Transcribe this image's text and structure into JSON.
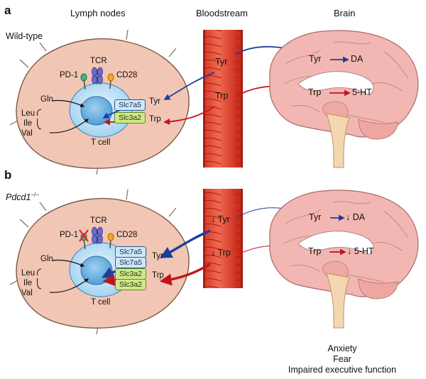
{
  "headers": {
    "lymph_nodes": "Lymph nodes",
    "bloodstream": "Bloodstream",
    "brain": "Brain"
  },
  "panel_a": {
    "letter": "a",
    "genotype": "Wild-type",
    "cell": {
      "tcr": "TCR",
      "pd1": "PD-1",
      "cd28": "CD28",
      "gln": "Gln",
      "leu": "Leu",
      "ile": "Ile",
      "val": "Val",
      "tyr": "Tyr",
      "trp": "Trp",
      "label": "T cell",
      "transporters": [
        "Slc7a5",
        "Slc3a2"
      ]
    },
    "blood": {
      "tyr": "Tyr",
      "trp": "Trp"
    },
    "brain": {
      "tyr": "Tyr",
      "da": "DA",
      "trp": "Trp",
      "ht": "5-HT"
    }
  },
  "panel_b": {
    "letter": "b",
    "genotype": "Pdcd1",
    "genotype_sup": "−/−",
    "cell": {
      "tcr": "TCR",
      "pd1": "PD-1",
      "cd28": "CD28",
      "gln": "Gln",
      "leu": "Leu",
      "ile": "Ile",
      "val": "Val",
      "tyr": "Tyr",
      "trp": "Trp",
      "label": "T cell",
      "transporters": [
        "Slc7a5",
        "Slc7a5",
        "Slc3a2",
        "Slc3a2"
      ]
    },
    "blood": {
      "tyr": "↓ Tyr",
      "trp": "↓ Trp"
    },
    "brain": {
      "tyr": "Tyr",
      "da": "↓ DA",
      "trp": "Trp",
      "ht": "↓ 5-HT"
    }
  },
  "outcomes": [
    "Anxiety",
    "Fear",
    "Impaired executive function"
  ],
  "colors": {
    "cell_fill": "#f2c6b4",
    "vessel": "#e0402c",
    "tyr_arrow": "#1e3f99",
    "trp_arrow": "#c0141c",
    "brain_fill": "#f3b7b3"
  }
}
